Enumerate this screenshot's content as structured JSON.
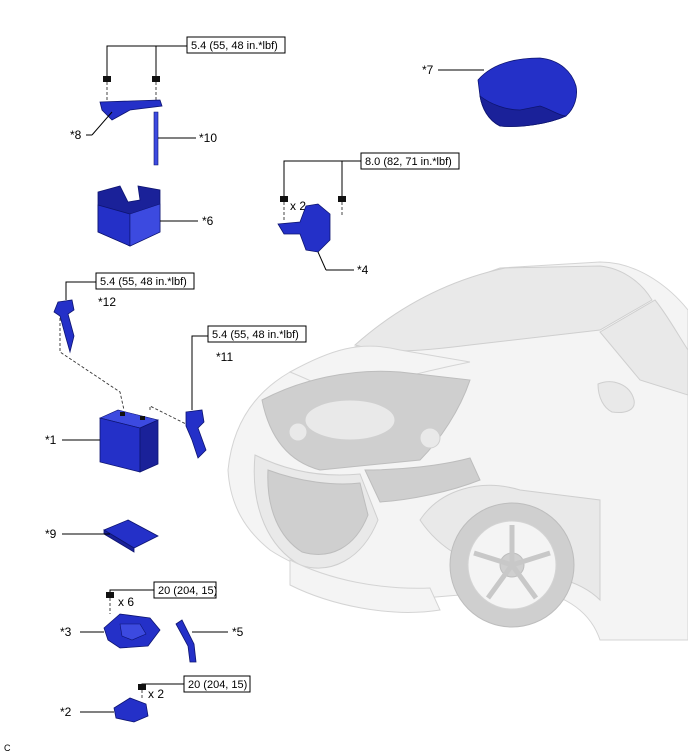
{
  "callouts": {
    "c1": "*1",
    "c2": "*2",
    "c3": "*3",
    "c4": "*4",
    "c5": "*5",
    "c6": "*6",
    "c7": "*7",
    "c8": "*8",
    "c9": "*9",
    "c10": "*10",
    "c11": "*11",
    "c12": "*12"
  },
  "torques": {
    "t_top": "5.4 (55, 48 in.*lbf)",
    "t_bracket": "8.0 (82, 71 in.*lbf)",
    "t_12": "5.4 (55, 48 in.*lbf)",
    "t_11": "5.4 (55, 48 in.*lbf)",
    "t_3": "20 (204, 15)",
    "t_2": "20 (204, 15)"
  },
  "quantities": {
    "q4": "x 2",
    "q3": "x 6",
    "q2": "x 2"
  },
  "corner_label": "C",
  "colors": {
    "part": "#2430c8",
    "vehicle": "#f2f2f2"
  }
}
